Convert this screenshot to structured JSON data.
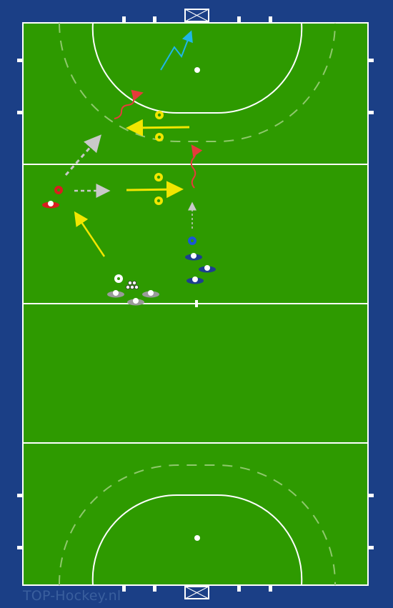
{
  "watermark": "TOP-Hockey.nl",
  "colors": {
    "surround": "#1b3f86",
    "pitch": "#2e9a00",
    "line": "#ffffff",
    "dashed_arc": "#8fc86c",
    "yellow": "#f2e600",
    "red": "#e63b3b",
    "cyan": "#1fb6e8",
    "gray": "#c9c9c9",
    "blue_player": "#1e3f8f",
    "red_player": "#d81e1e",
    "neutral_player": "#9a9a9a"
  },
  "elements": {
    "cones": [
      "cone-yellow-1",
      "cone-yellow-2",
      "cone-yellow-3",
      "cone-yellow-4"
    ],
    "players": {
      "red_team": 1,
      "blue_team": 3,
      "neutral": 3
    },
    "ball_count": 6
  }
}
